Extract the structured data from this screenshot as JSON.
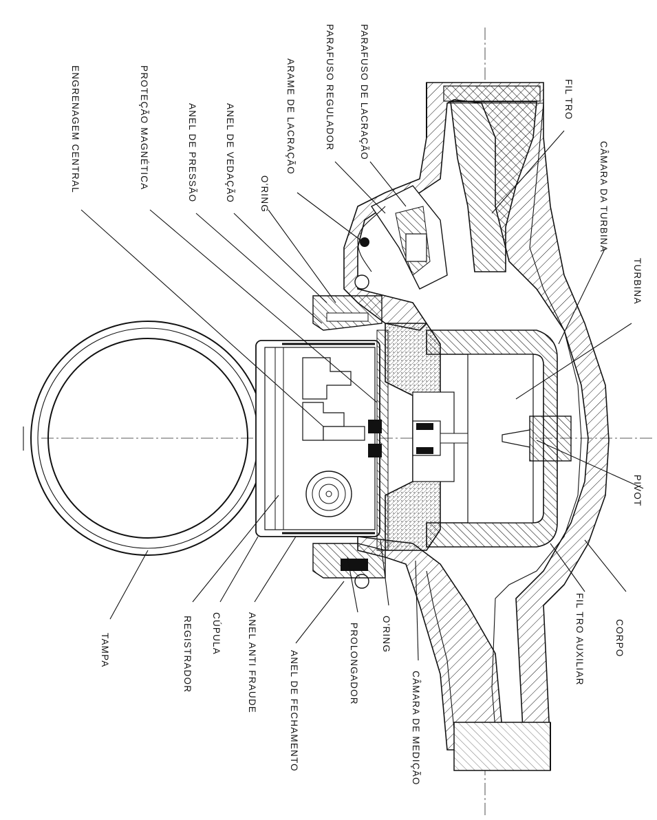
{
  "labels": {
    "tampa": "TAMPA",
    "registrador": "REGISTRADOR",
    "cupula": "CÚPULA",
    "anel_anti_fraude": "ANEL ANTI FRAUDE",
    "anel_fechamento": "ANEL DE FECHAMENTO",
    "prolongador": "PROLONGADOR",
    "oring_bottom": "O'RING",
    "camara_medicao": "CÂMARA DE MEDIÇÃO",
    "engrenagem_central": "ENGRENAGEM CENTRAL",
    "protecao_magnetica": "PROTEÇÃO MAGNÉTICA",
    "anel_pressao": "ANEL DE PRESSÃO",
    "anel_vedacao": "ANEL DE VEDAÇÃO",
    "oring_top": "O'RING",
    "arame_lacracao": "ARAME DE LACRAÇÃO",
    "parafuso_regulador": "PARAFUSO REGULADOR",
    "parafuso_lacracao": "PARAFUSO DE LACRAÇÃO",
    "filtro": "FIL TRO",
    "camara_turbina": "CÂMARA DA TURBINA",
    "turbina": "TURBINA",
    "pivot": "PIVOT",
    "corpo": "CORPO",
    "filtro_auxiliar": "FIL TRO AUXILIAR"
  }
}
